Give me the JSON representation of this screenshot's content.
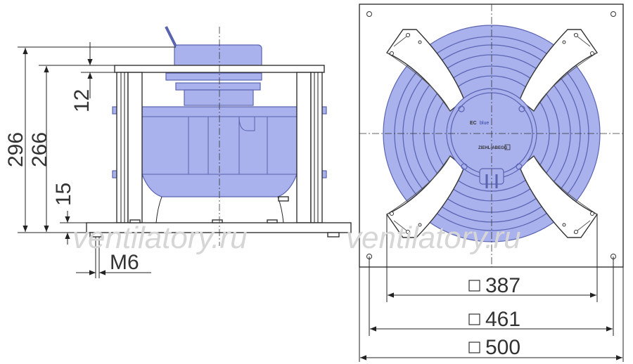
{
  "side_view": {
    "dims": {
      "total_height": "296",
      "inner_height": "266",
      "top_offset": "12",
      "bottom_offset": "15",
      "thread": "M6"
    }
  },
  "front_view": {
    "dims": {
      "hole_spacing": "387",
      "mount_spacing": "461",
      "plate_size": "500",
      "square_symbol": "□"
    },
    "label_brand": "ZIEHL-ABEGG",
    "label_ec": "EC",
    "label_blue": "blue"
  },
  "watermark": "ventilatory.ru",
  "colors": {
    "fan_fill": "#a9b2ec",
    "fan_stroke": "#5a63b0",
    "line": "#222222"
  }
}
